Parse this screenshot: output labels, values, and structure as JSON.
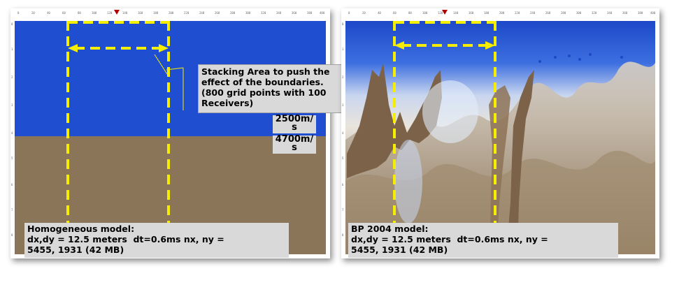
{
  "left_panel": {
    "velocity_upper": "2500m/\ns",
    "velocity_lower": "4700m/\ns",
    "caption": "Homogeneous model:\ndx,dy = 12.5 meters  dt=0.6ms nx, ny =\n5455, 1931 (42 MB)"
  },
  "right_panel": {
    "caption": "BP 2004 model:\ndx,dy = 12.5 meters  dt=0.6ms nx, ny =\n5455, 1931 (42 MB)"
  },
  "callout": {
    "text": "Stacking Area to push the\neffect of the boundaries.\n(800 grid points with 100\nReceivers)"
  },
  "colors": {
    "water_blue": "#1f4fd0",
    "sediment_brown": "#8b7558",
    "salt_brown": "#7b6248",
    "dashed_box": "#f5ee00",
    "caption_bg": "#d9d9d9",
    "marker_red": "#b00000"
  }
}
